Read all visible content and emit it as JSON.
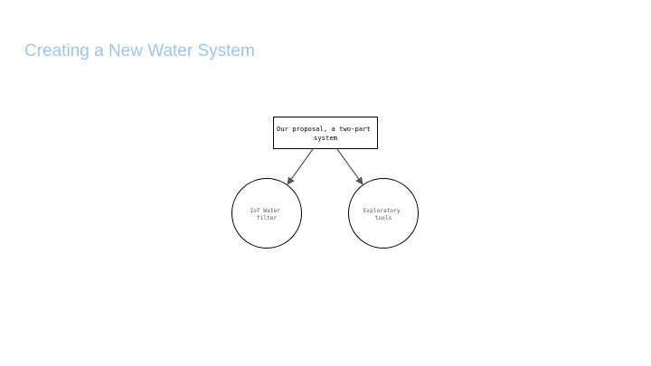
{
  "slide": {
    "title": "Creating a New Water System",
    "title_color": "#9fc5e8"
  },
  "diagram": {
    "root": {
      "lines": [
        "Our proposal, a two-part",
        "system"
      ]
    },
    "children": [
      {
        "lines": [
          "IoT Water",
          "filter"
        ]
      },
      {
        "lines": [
          "Exploratory",
          "tools"
        ]
      }
    ],
    "colors": {
      "stroke": "#000000",
      "arrow": "#555555",
      "root_text": "#000000",
      "child_text": "#595959"
    }
  }
}
